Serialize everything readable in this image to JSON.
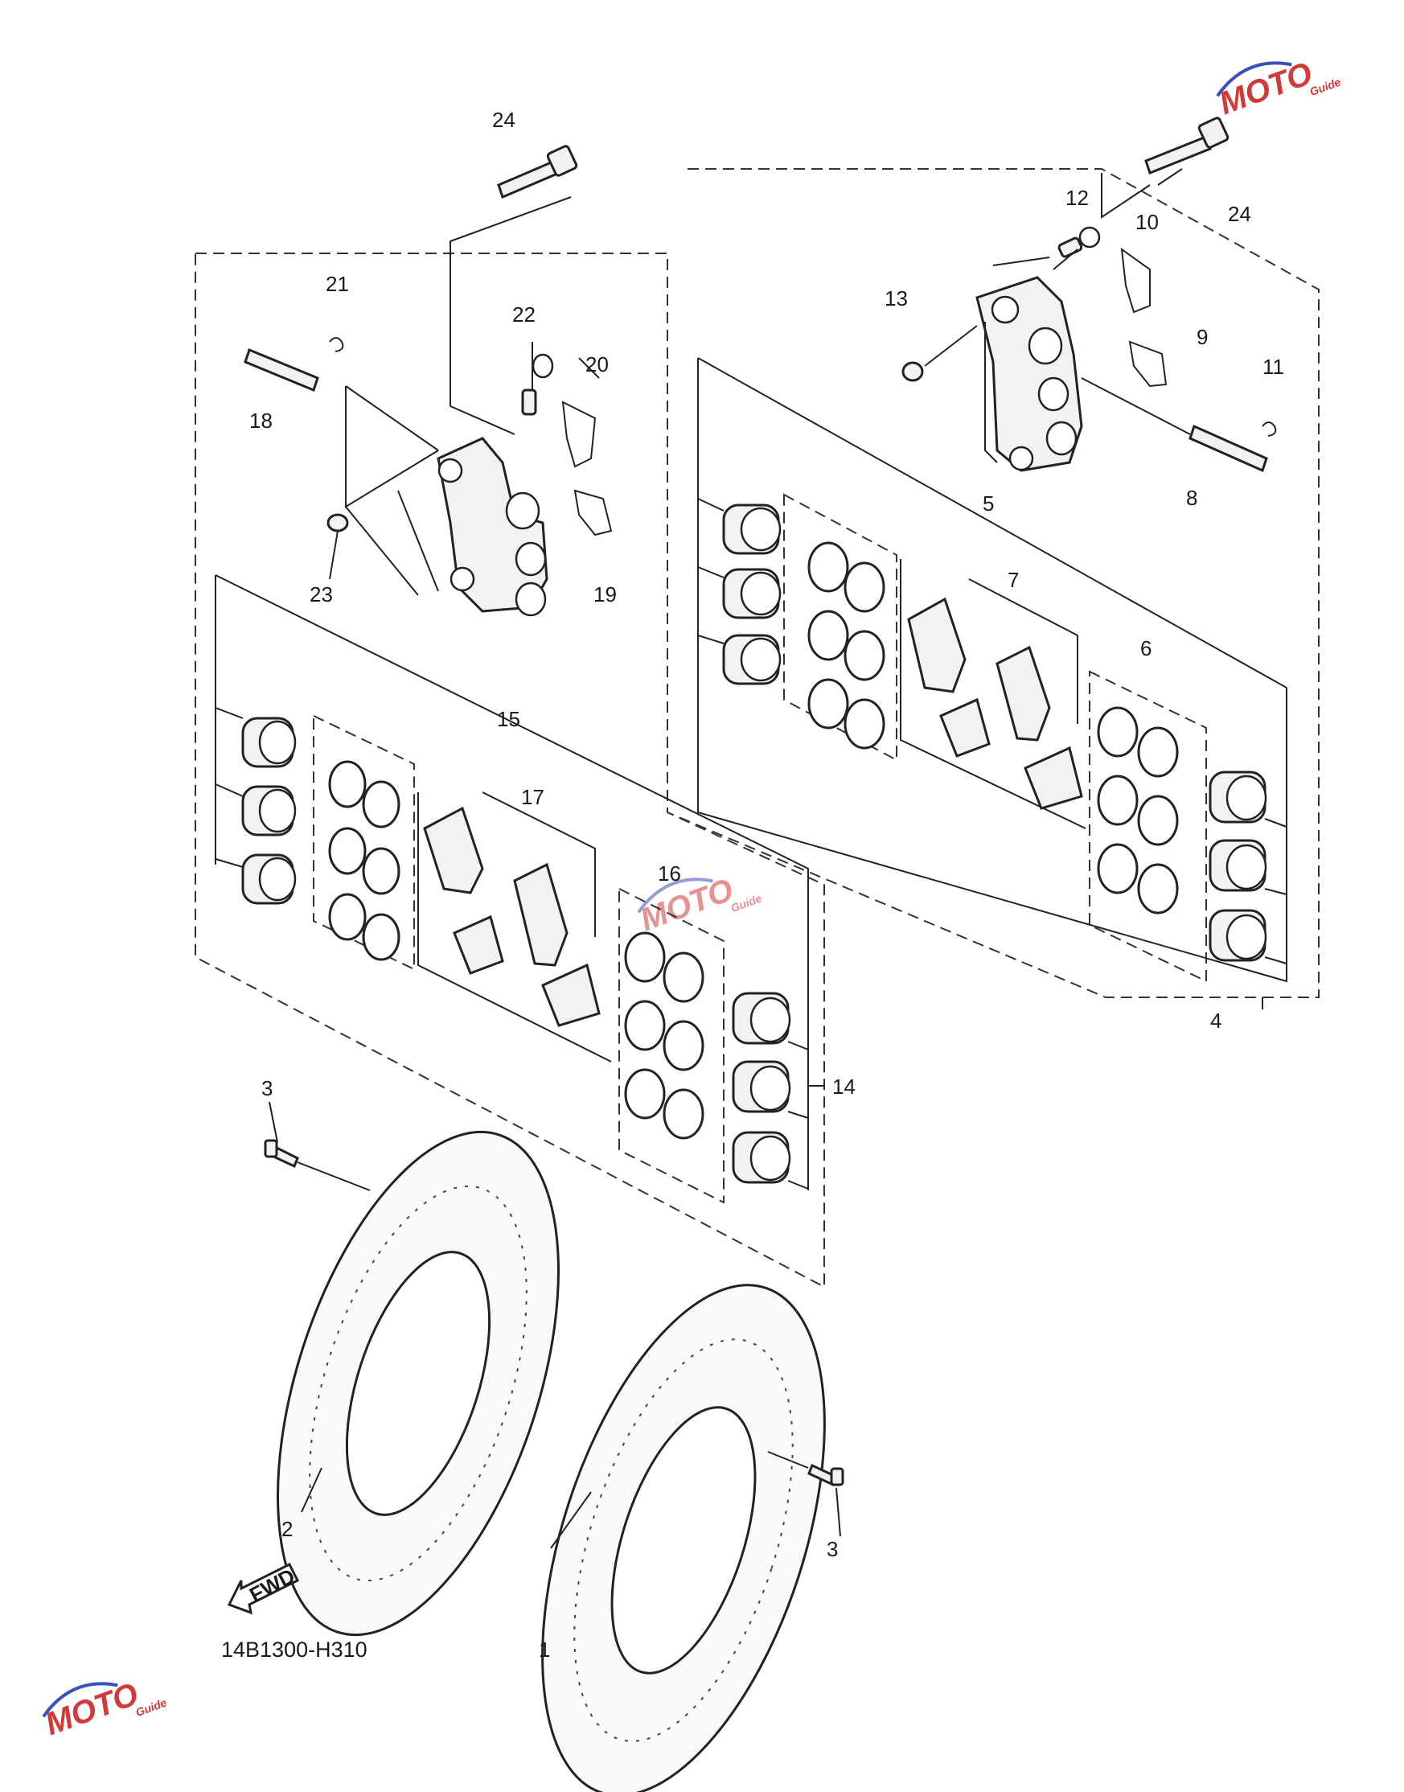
{
  "diagram": {
    "callouts": {
      "c1": "1",
      "c2": "2",
      "c3a": "3",
      "c3b": "3",
      "c4": "4",
      "c5": "5",
      "c6": "6",
      "c7": "7",
      "c8": "8",
      "c9": "9",
      "c10": "10",
      "c11": "11",
      "c12": "12",
      "c13": "13",
      "c14": "14",
      "c15": "15",
      "c16": "16",
      "c17": "17",
      "c18": "18",
      "c19": "19",
      "c20": "20",
      "c21": "21",
      "c22": "22",
      "c23": "23",
      "c24a": "24",
      "c24b": "24"
    },
    "fwd_label": "FWD",
    "drawing_code": "14B1300-H310"
  },
  "watermark": {
    "text_main": "MOTO",
    "text_sub": "Guide",
    "colors": {
      "red": "#d23a3a",
      "blue": "#3a4fb8"
    }
  }
}
